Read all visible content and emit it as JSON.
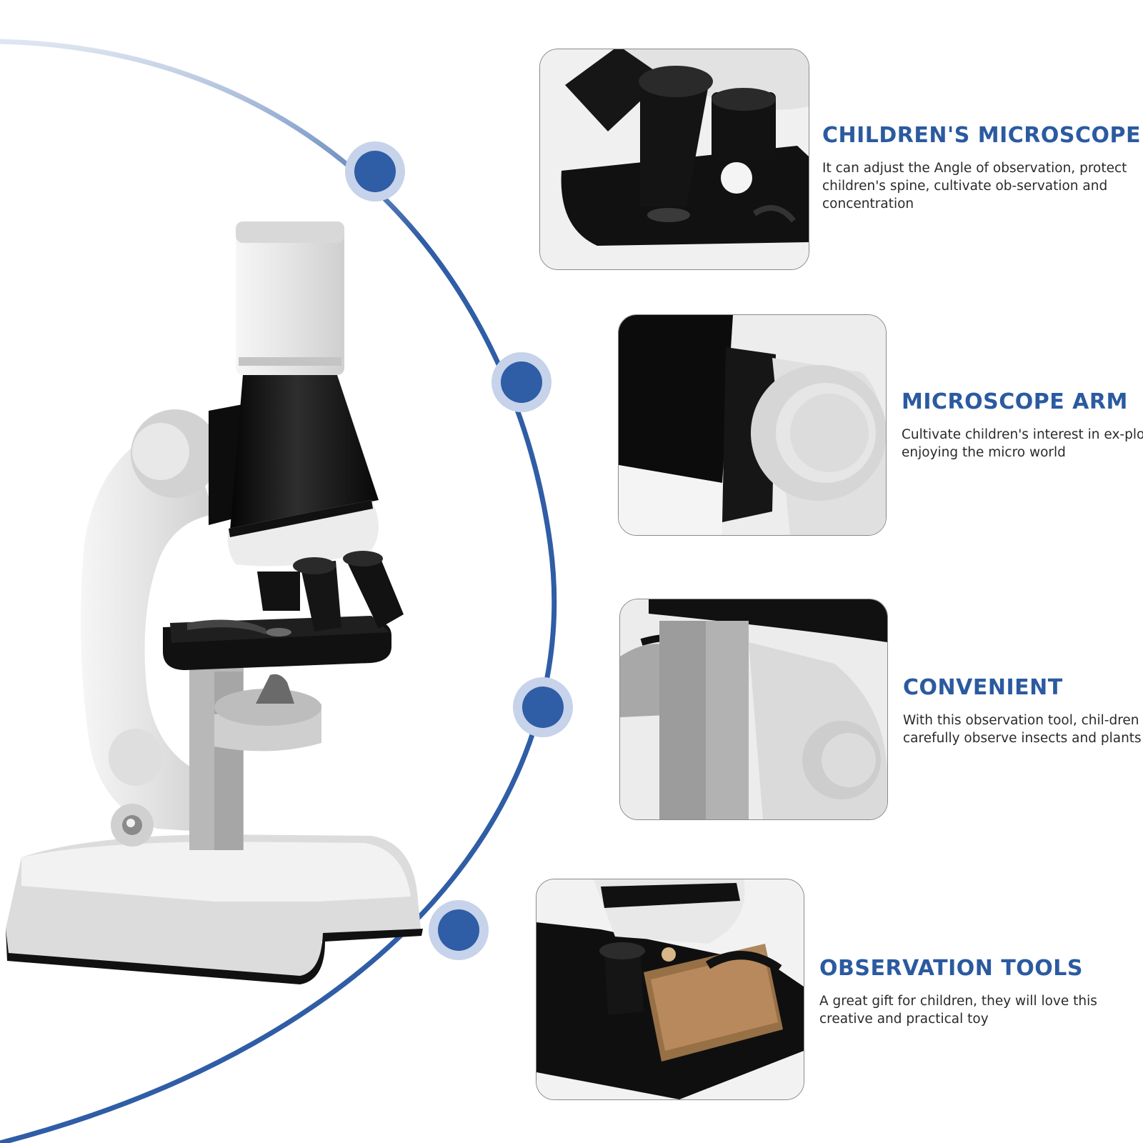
{
  "colors": {
    "accent": "#2b5aa0",
    "arc": "#2f5da6",
    "text": "#2a2a2a",
    "microscope_white": "#e6e6e6",
    "microscope_black": "#111111"
  },
  "features": [
    {
      "title": "CHILDREN'S MICROSCOPE",
      "description": "It can adjust the Angle of observation, protect children's spine, cultivate ob-servation and concentration"
    },
    {
      "title": "MICROSCOPE ARM",
      "description": "Cultivate children's interest in ex-ploring and enjoying the micro world"
    },
    {
      "title": "CONVENIENT",
      "description": "With this observation tool, chil-dren can carefully observe insects and plants"
    },
    {
      "title": "OBSERVATION TOOLS",
      "description": "A great gift for children, they will love this creative and practical toy"
    }
  ]
}
